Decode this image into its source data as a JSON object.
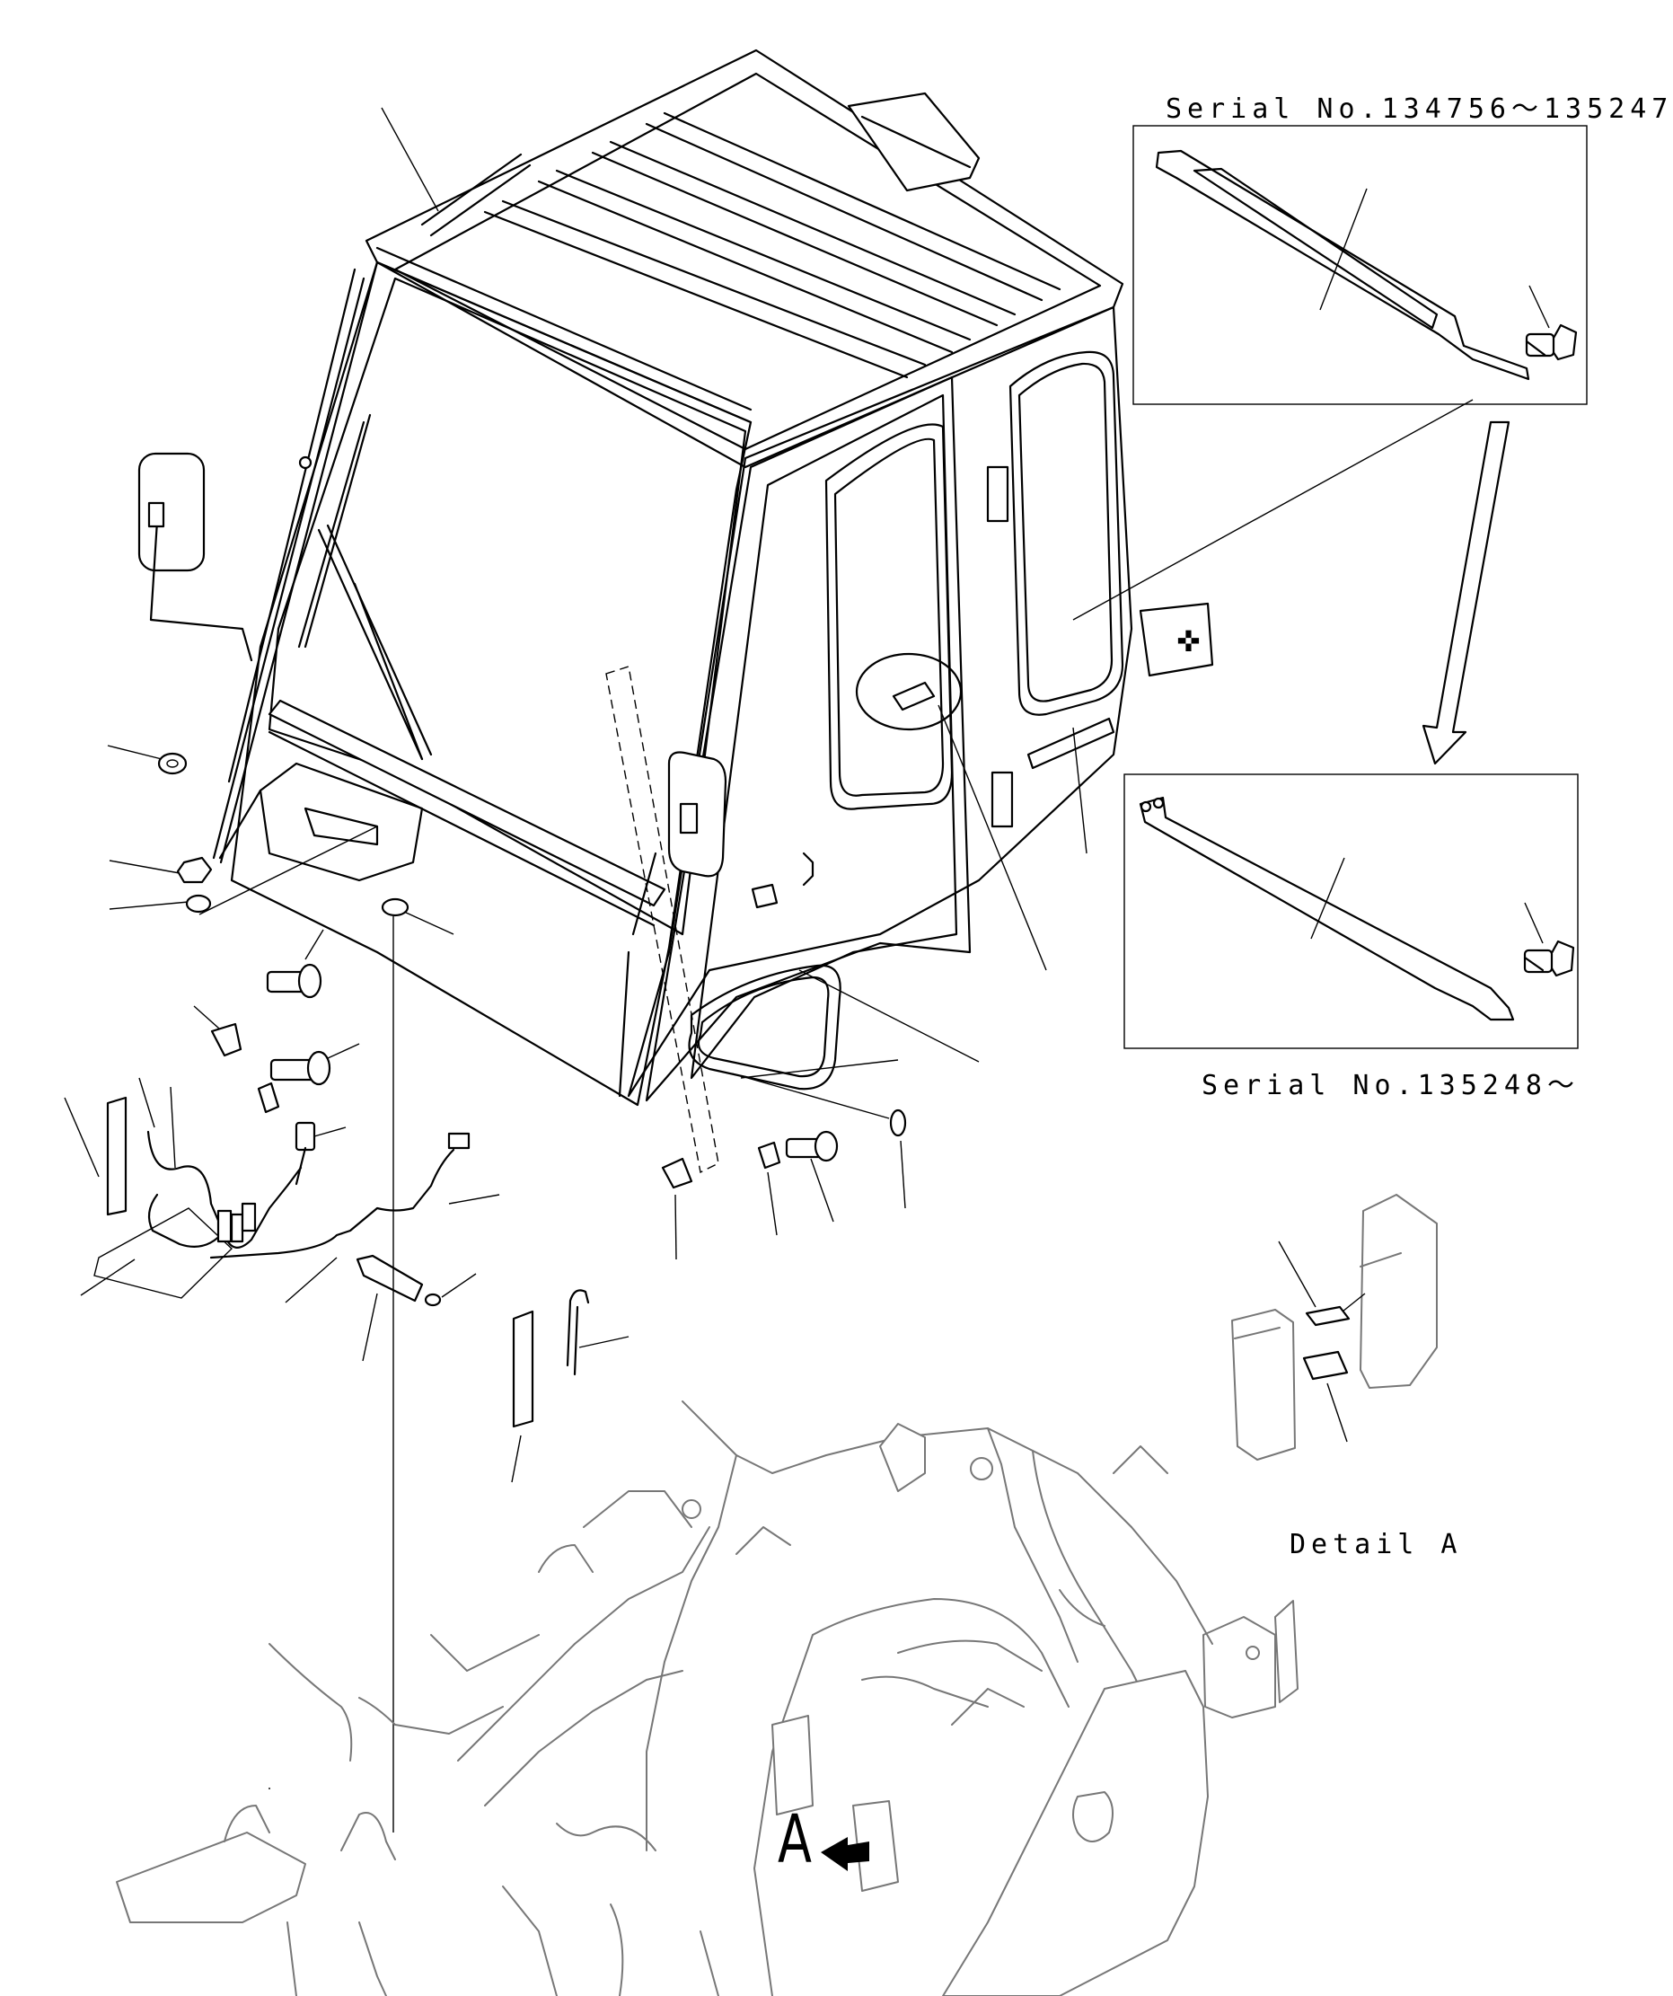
{
  "labels": {
    "serial_upper": "Serial No.134756〜135247",
    "serial_lower": "Serial No.135248〜",
    "detail": "Detail A",
    "view_marker": "A"
  }
}
